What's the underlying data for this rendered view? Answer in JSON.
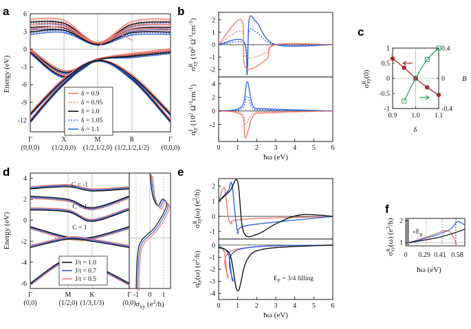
{
  "colors": {
    "black": "#111111",
    "blue": "#3366dd",
    "red": "#f07a6c",
    "darkred": "#a52a2a",
    "green": "#2a9d5c",
    "gray": "#888888"
  },
  "panels": {
    "a": {
      "label": "a"
    },
    "b": {
      "label": "b"
    },
    "c": {
      "label": "c"
    },
    "d": {
      "label": "d"
    },
    "e": {
      "label": "e"
    },
    "f": {
      "label": "f"
    }
  },
  "chart_data": [
    {
      "id": "a",
      "type": "line",
      "ylabel": "Energy (eV)",
      "ylim": [
        -14,
        6
      ],
      "yticks": [
        "6",
        "3",
        "0",
        "-3",
        "-6",
        "-9",
        "-12"
      ],
      "xticks": [
        {
          "name": "Γ",
          "coord": "(0,0,0)"
        },
        {
          "name": "X",
          "coord": "(1/2,0,0)"
        },
        {
          "name": "M",
          "coord": "(1/2,1/2,0)"
        },
        {
          "name": "R",
          "coord": "(1/2,1/2,1/2)"
        },
        {
          "name": "Γ",
          "coord": "(0,0,0)"
        }
      ],
      "legend": [
        {
          "label": "δ = 0.9",
          "color": "#f07a6c",
          "dash": false
        },
        {
          "label": "δ = 0.95",
          "color": "#f07a6c",
          "dash": true
        },
        {
          "label": "δ = 1.0",
          "color": "#111111",
          "dash": false
        },
        {
          "label": "δ = 1.05",
          "color": "#3366dd",
          "dash": true
        },
        {
          "label": "δ = 1.1",
          "color": "#3366dd",
          "dash": false
        }
      ],
      "bands": [
        {
          "name": "b1",
          "values": [
            4.6,
            4.4,
            1.0,
            4.2,
            4.6
          ]
        },
        {
          "name": "b2",
          "values": [
            3.7,
            3.6,
            0.9,
            3.4,
            3.7
          ]
        },
        {
          "name": "b3",
          "values": [
            2.9,
            3.2,
            0.8,
            2.8,
            2.9
          ]
        },
        {
          "name": "b4",
          "values": [
            -0.2,
            -3.9,
            -1.7,
            -1.0,
            -0.2
          ]
        },
        {
          "name": "b5",
          "values": [
            -0.5,
            -4.6,
            -1.8,
            -1.2,
            -0.5
          ]
        },
        {
          "name": "b6",
          "values": [
            -12.2,
            -5.8,
            -2.0,
            -5.0,
            -12.2
          ]
        },
        {
          "name": "b7",
          "values": [
            -11.0,
            -5.2,
            -1.9,
            -4.6,
            -11.0
          ]
        }
      ]
    },
    {
      "id": "b",
      "type": "line",
      "xlabel": "ħω (eV)",
      "xticks": [
        "0",
        "1",
        "2",
        "3",
        "4",
        "5",
        "6"
      ],
      "top": {
        "ylabel": "σ",
        "ylabel_sup": "R",
        "ylabel_sub": "xy",
        "ylabel_rest": " (10",
        "ylabel_exp": "2",
        "ylabel_unit": " Ω",
        "ylabel_unit_exp": "-1",
        "ylabel_cm": "cm",
        "ylabel_cm_exp": "-1",
        "ylabel_close": ")",
        "yticks": [
          "2",
          "1",
          "0",
          "-1",
          "-2"
        ],
        "ylim": [
          -2.6,
          2.6
        ]
      },
      "bottom": {
        "ylabel": "σ",
        "ylabel_sup": "I",
        "ylabel_sub": "xy",
        "ylabel_rest": " (10",
        "ylabel_exp": "2",
        "ylabel_unit": " Ω",
        "ylabel_unit_exp": "-1",
        "ylabel_cm": "cm",
        "ylabel_cm_exp": "-1",
        "ylabel_close": ")",
        "yticks": [
          "4",
          "2",
          "0",
          "-2"
        ],
        "ylim": [
          -4.5,
          5
        ]
      },
      "series": [
        {
          "name": "δ = 1.1",
          "color": "#3366dd",
          "dash": false,
          "top": [
            [
              0,
              0
            ],
            [
              1.3,
              0.3
            ],
            [
              1.5,
              -2.4
            ],
            [
              1.6,
              2.0
            ],
            [
              2.0,
              1.8
            ],
            [
              3.0,
              0
            ],
            [
              6,
              0
            ]
          ],
          "bottom": [
            [
              0,
              0
            ],
            [
              1.2,
              0.6
            ],
            [
              1.5,
              4.3
            ],
            [
              1.8,
              0.8
            ],
            [
              2.5,
              0.3
            ],
            [
              6,
              0
            ]
          ]
        },
        {
          "name": "δ = 0.9",
          "color": "#f07a6c",
          "dash": false,
          "top": [
            [
              0,
              0
            ],
            [
              1.2,
              2.0
            ],
            [
              1.4,
              -1.8
            ],
            [
              2.5,
              -1.2
            ],
            [
              3.0,
              0
            ],
            [
              6,
              0
            ]
          ],
          "bottom": [
            [
              0,
              0
            ],
            [
              1.2,
              -0.6
            ],
            [
              1.4,
              -4.0
            ],
            [
              1.8,
              -0.8
            ],
            [
              2.5,
              -0.3
            ],
            [
              6,
              0
            ]
          ]
        }
      ]
    },
    {
      "id": "c",
      "type": "line",
      "xlabel": "δ",
      "ylabel_left": "σ",
      "ylabel_left_sup": "R",
      "ylabel_left_sub": "xy",
      "ylabel_left_rest": "(0)",
      "ylabel_right": "B",
      "xticks": [
        "0.9",
        "1.0",
        "1.1"
      ],
      "yticks_left": [
        "1",
        "0.5",
        "0",
        "-0.5",
        "-1"
      ],
      "yticks_right": [
        "0.4",
        "0",
        "-0.4"
      ],
      "series": [
        {
          "name": "σxy",
          "color": "#a52a2a",
          "x": [
            0.9,
            0.95,
            1.0,
            1.05,
            1.1
          ],
          "y": [
            0.65,
            0.35,
            0.0,
            -0.3,
            -0.55
          ]
        },
        {
          "name": "B",
          "color": "#2a9d5c",
          "x": [
            0.95,
            1.0,
            1.05,
            1.1
          ],
          "y": [
            -0.3,
            0.0,
            0.25,
            0.4
          ]
        }
      ]
    },
    {
      "id": "d",
      "type": "line",
      "ylabel": "Energy (eV)",
      "yticks": [
        "4",
        "2",
        "0",
        "-2",
        "-4",
        "-6"
      ],
      "ylim": [
        -6.5,
        4.5
      ],
      "xticks": [
        {
          "name": "Γ",
          "coord": "(0,0)"
        },
        {
          "name": "M",
          "coord": "(1/2,0)"
        },
        {
          "name": "K",
          "coord": "(1/3,1/3)"
        },
        {
          "name": "Γ",
          "coord": "(0,0)"
        }
      ],
      "chern": [
        "C = -1",
        "C = 1",
        "C = 1",
        "C = -1"
      ],
      "legend": [
        {
          "label": "J/t = 1.0",
          "color": "#111111"
        },
        {
          "label": "J/t = 0.7",
          "color": "#3366dd"
        },
        {
          "label": "J/t = 0.5",
          "color": "#f07a6c"
        }
      ],
      "side_xlabel": "σ",
      "side_xlabel_sub": "xy",
      "side_xlabel_rest": " (e",
      "side_xlabel_exp": "2",
      "side_xlabel_close": "/h)",
      "side_xticks": [
        "-1",
        "0",
        "1"
      ]
    },
    {
      "id": "e",
      "type": "line",
      "xlabel": "ħω (eV)",
      "xticks": [
        "0",
        "1",
        "2",
        "3",
        "4",
        "5",
        "6"
      ],
      "top": {
        "ylabel_main": "σ",
        "ylabel_sup": "R",
        "ylabel_sub": "xy",
        "ylabel_rest": "(ω) (e",
        "ylabel_exp": "2",
        "ylabel_close": "/h)",
        "yticks": [
          "2",
          "1",
          "0",
          "-1"
        ]
      },
      "bottom": {
        "ylabel_main": "σ",
        "ylabel_sup": "I",
        "ylabel_sub": "xy",
        "ylabel_rest": "(ω) (e",
        "ylabel_exp": "2",
        "ylabel_close": "/h)",
        "yticks": [
          "0",
          "-1",
          "-2",
          "-3",
          "-4"
        ]
      },
      "annotation": "E",
      "annotation_sub": "F",
      "annotation_rest": " = 3/4 filling"
    },
    {
      "id": "f",
      "type": "line",
      "xlabel": "ħω (eV)",
      "xticks": [
        "0"
      ],
      "yticks": [
        "2",
        "1"
      ],
      "ylabel_main": "σ",
      "ylabel_sup": "R",
      "ylabel_sub": "xy",
      "ylabel_rest": "(ω) (e",
      "ylabel_exp": "2",
      "ylabel_close": "/h)",
      "markers": [
        {
          "label": "0.29",
          "color": "#f07a6c"
        },
        {
          "label": "0.41",
          "color": "#3366dd"
        },
        {
          "label": "0.58",
          "color": "#111111"
        }
      ],
      "gap_label": "«E",
      "gap_sub": "g"
    }
  ]
}
